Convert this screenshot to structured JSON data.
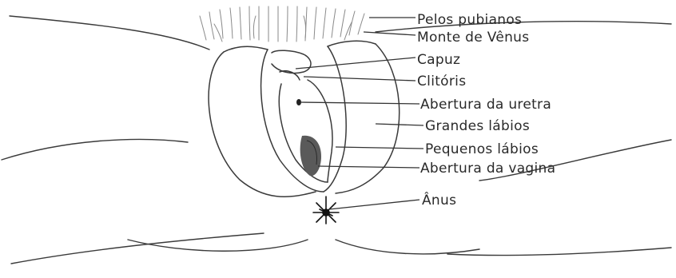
{
  "labels": [
    {
      "key": "pelos_pubianos",
      "text": "Pelos pubianos"
    },
    {
      "key": "monte_de_venus",
      "text": "Monte de Vênus"
    },
    {
      "key": "capuz",
      "text": "Capuz"
    },
    {
      "key": "clitoris",
      "text": "Clitóris"
    },
    {
      "key": "abertura_uretra",
      "text": "Abertura da uretra"
    },
    {
      "key": "grandes_labios",
      "text": "Grandes lábios"
    },
    {
      "key": "pequenos_labios",
      "text": "Pequenos lábios"
    },
    {
      "key": "abertura_vagina",
      "text": "Abertura da vagina"
    },
    {
      "key": "anus",
      "text": "Ânus"
    }
  ]
}
